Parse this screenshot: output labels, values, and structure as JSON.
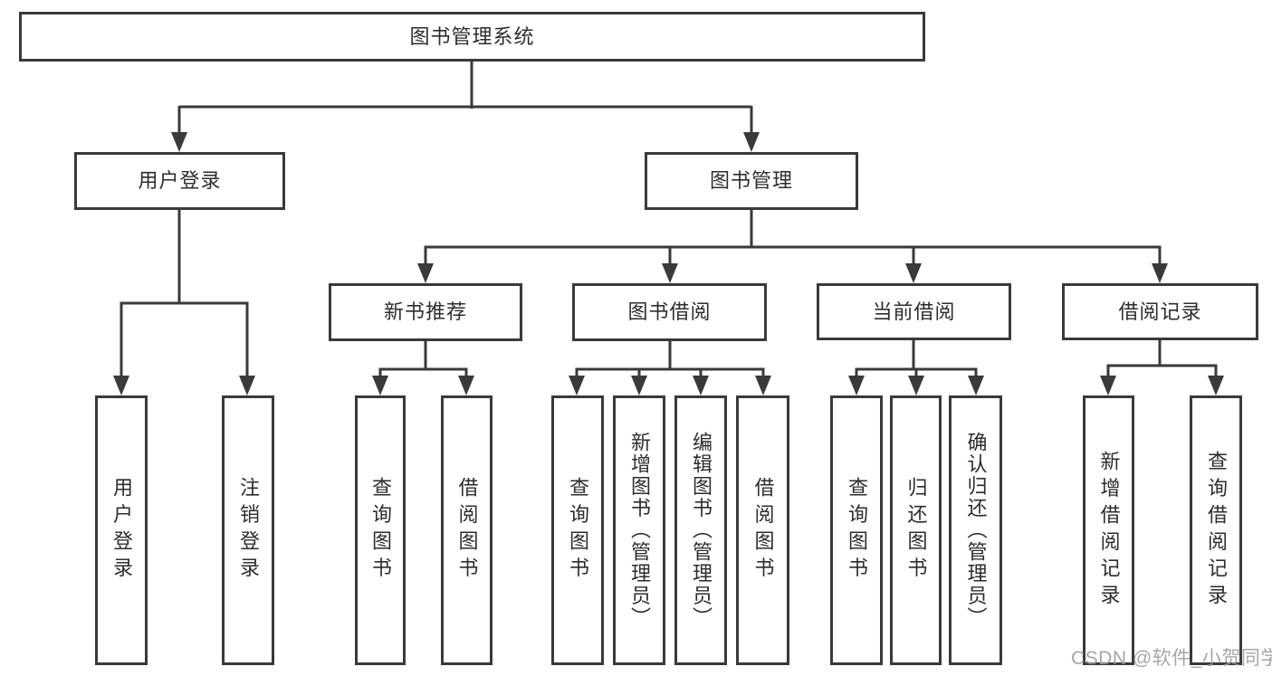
{
  "diagram": {
    "title": "图书管理系统",
    "root": {
      "label": "图书管理系统"
    },
    "level2": [
      {
        "label": "用户登录",
        "children": [
          {
            "label": "用户登录"
          },
          {
            "label": "注销登录"
          }
        ]
      },
      {
        "label": "图书管理",
        "children": [
          {
            "label": "新书推荐",
            "children": [
              {
                "label": "查询图书"
              },
              {
                "label": "借阅图书"
              }
            ]
          },
          {
            "label": "图书借阅",
            "children": [
              {
                "label": "查询图书"
              },
              {
                "label": "新增图书（管理员）"
              },
              {
                "label": "编辑图书（管理员）"
              },
              {
                "label": "借阅图书"
              }
            ]
          },
          {
            "label": "当前借阅",
            "children": [
              {
                "label": "查询图书"
              },
              {
                "label": "归还图书"
              },
              {
                "label": "确认归还（管理员）"
              }
            ]
          },
          {
            "label": "借阅记录",
            "children": [
              {
                "label": "新增借阅记录"
              },
              {
                "label": "查询借阅记录"
              }
            ]
          }
        ]
      }
    ]
  },
  "watermark": "CSDN @软件_小贺同学",
  "colors": {
    "line": "#3a3a3a",
    "border": "#3a3a3a",
    "text": "#2d2d2d",
    "background": "#ffffff",
    "watermark": "#9e9e9e"
  }
}
